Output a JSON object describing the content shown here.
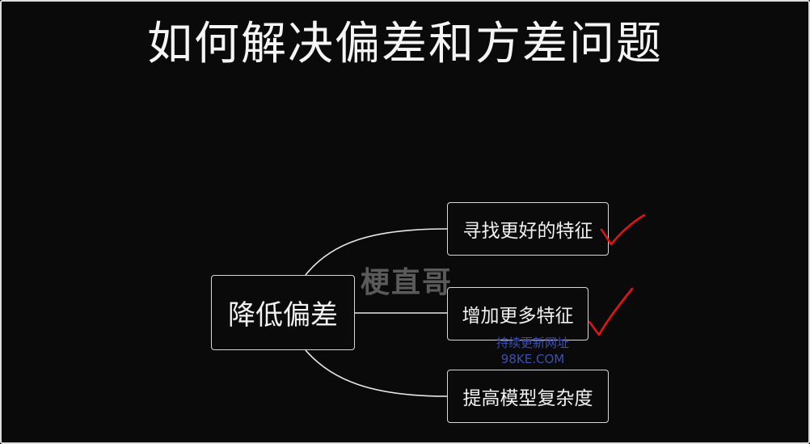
{
  "title": "如何解决偏差和方差问题",
  "mindmap": {
    "root": {
      "label": "降低偏差"
    },
    "children": [
      {
        "label": "寻找更好的特征",
        "checked": true
      },
      {
        "label": "增加更多特征",
        "checked": true
      },
      {
        "label": "提高模型复杂度",
        "checked": false
      }
    ]
  },
  "watermarks": {
    "primary": "梗直哥",
    "secondary_line1": "持续更新网址",
    "secondary_line2": "98KE.COM"
  },
  "colors": {
    "background": "#0a0a0a",
    "text": "#f2f2f2",
    "check_mark": "#e01515",
    "watermark_blue": "#3b4fb3"
  }
}
